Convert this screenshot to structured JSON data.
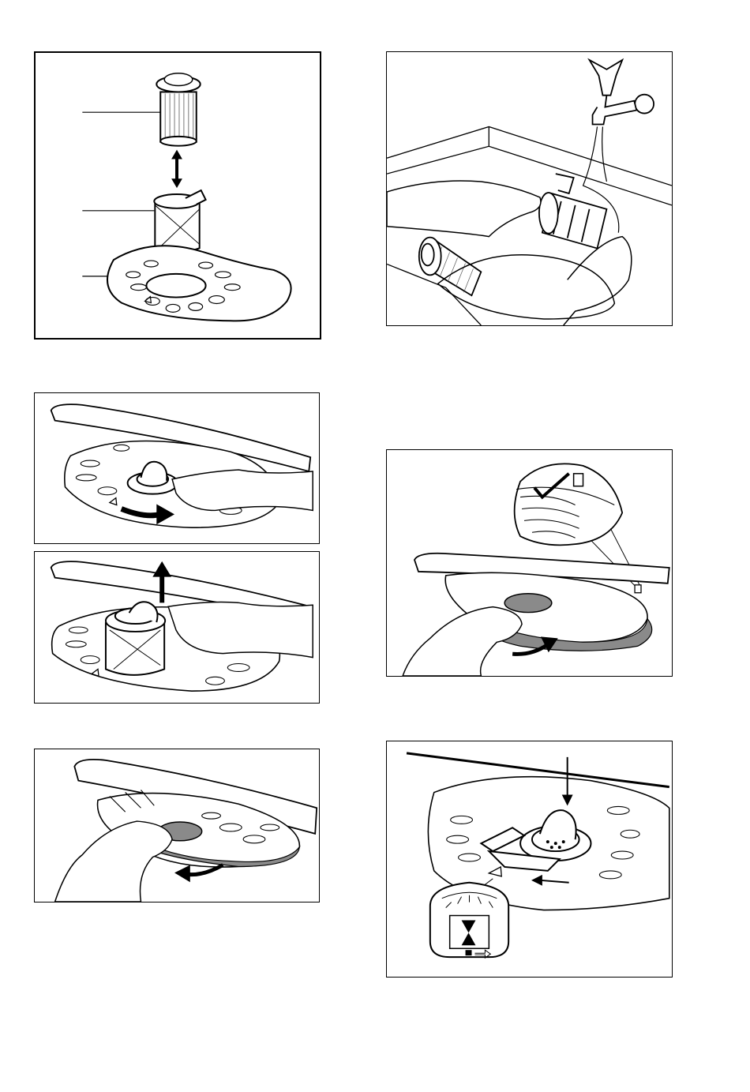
{
  "figures": [
    {
      "id": "filter-assembly-exploded",
      "callouts": 3
    },
    {
      "id": "rinse-filters-under-tap"
    },
    {
      "id": "turn-filter-anticlockwise"
    },
    {
      "id": "lift-filter-out"
    },
    {
      "id": "turn-filter-plate"
    },
    {
      "id": "check-plate-position"
    },
    {
      "id": "lock-filter-clockwise"
    }
  ],
  "colors": {
    "line": "#000000",
    "fill": "#ffffff",
    "gasket": "#8a8a8a"
  }
}
